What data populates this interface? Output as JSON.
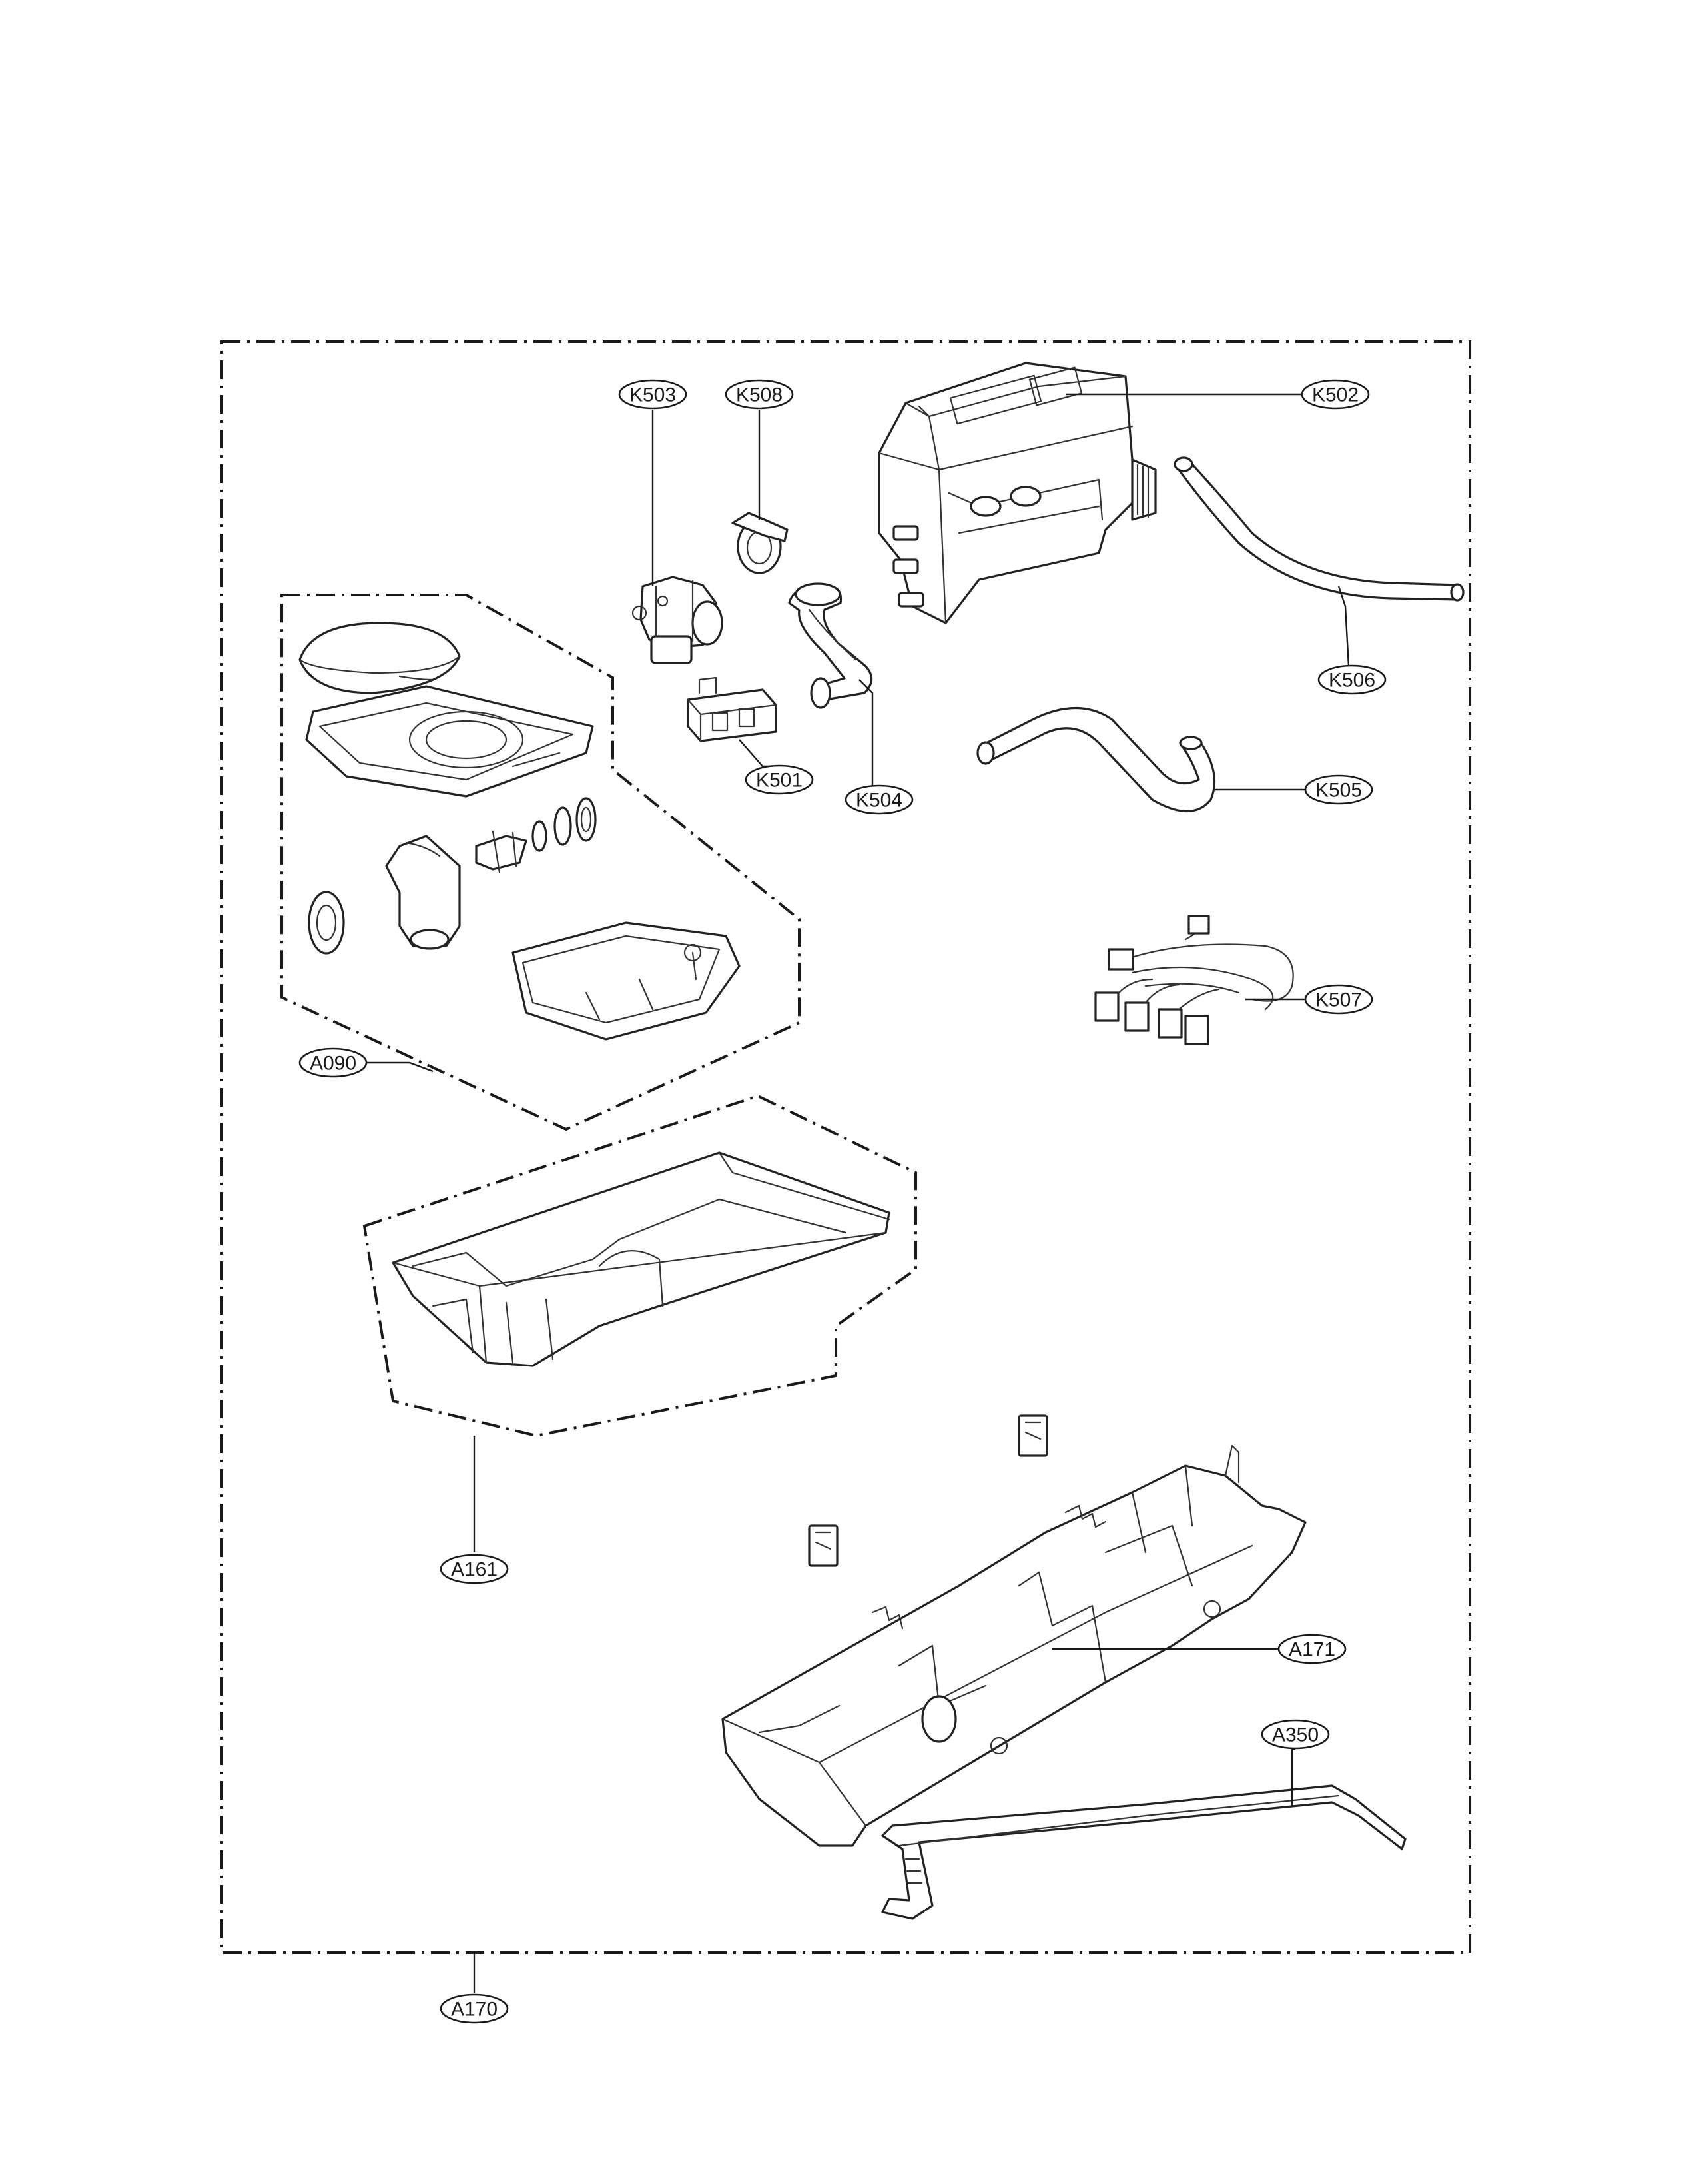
{
  "diagram": {
    "callouts": {
      "k503": "K503",
      "k508": "K508",
      "k502": "K502",
      "k506": "K506",
      "k501": "K501",
      "k504": "K504",
      "k505": "K505",
      "k507": "K507",
      "a090": "A090",
      "a161": "A161",
      "a171": "A171",
      "a350": "A350",
      "a170": "A170"
    }
  }
}
